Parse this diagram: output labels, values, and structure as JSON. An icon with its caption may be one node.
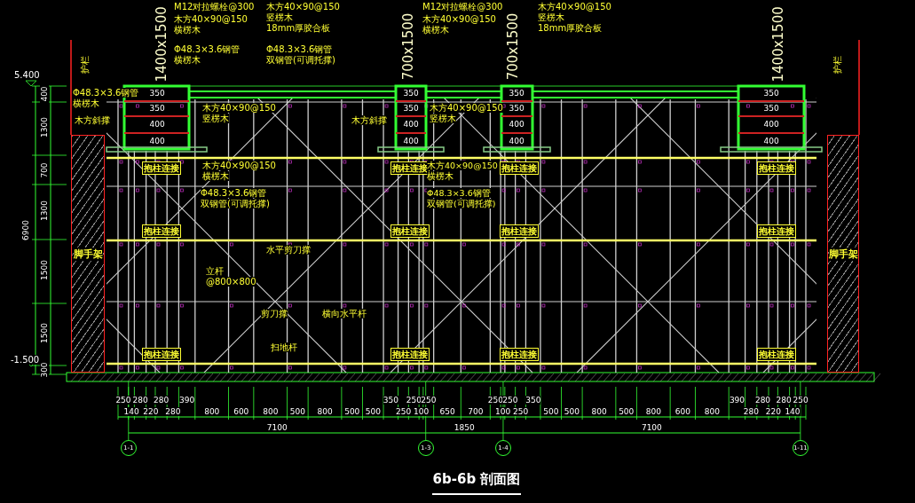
{
  "diagram": {
    "title": "6b-6b 剖面图",
    "nodes": [
      {
        "text": [
          "脚手架"
        ]
      },
      {
        "text": [
          "脚手架"
        ]
      },
      {
        "text": [
          "抱柱连接"
        ]
      },
      {
        "text": [
          "抱柱连接"
        ]
      },
      {
        "text": [
          "抱柱连接"
        ]
      },
      {
        "text": [
          "抱柱连接"
        ]
      },
      {
        "text": [
          "抱柱连接"
        ]
      },
      {
        "text": [
          "抱柱连接"
        ]
      },
      {
        "text": [
          "抱柱连接"
        ]
      },
      {
        "text": [
          "抱柱连接"
        ]
      },
      {
        "text": [
          "抱柱连接"
        ]
      },
      {
        "text": [
          "抱柱连接"
        ]
      },
      {
        "text": [
          "抱柱连接"
        ]
      },
      {
        "text": [
          "抱柱连接"
        ]
      },
      {
        "text": [
          "1-1"
        ]
      },
      {
        "text": [
          "1-3"
        ]
      },
      {
        "text": [
          "1-4"
        ]
      },
      {
        "text": [
          "1-11"
        ]
      }
    ],
    "labels": [
      "1400x1500",
      "700x1500",
      "700x1500",
      "1400x1500",
      "M12对拉螺栓@300",
      "木方40×90@150",
      "横楞木",
      "木方40×90@150",
      "竖楞木",
      "18mm厚胶合板",
      "Φ48.3×3.6钢管",
      "双钢管(可调托撑)",
      "Φ48.3×3.6钢管",
      "横楞木",
      "M12对拉螺栓@300",
      "木方40×90@150",
      "横楞木",
      "木方40×90@150",
      "竖楞木",
      "18mm厚胶合板",
      "护栏",
      "护栏",
      "5.400",
      "Φ48.3×3.6钢管",
      "横楞木",
      "木方斜撑",
      "木方40×90@150",
      "竖楞木",
      "木方斜撑",
      "木方40×90@150",
      "竖楞木",
      "350",
      "350",
      "400",
      "400",
      "350",
      "350",
      "400",
      "400",
      "350",
      "350",
      "400",
      "400",
      "350",
      "350",
      "400",
      "400",
      "400",
      "1300",
      "700",
      "1300",
      "1500",
      "1500",
      "300",
      "6900",
      "木方40×90@150",
      "横楞木",
      "木方40×90@150",
      "横楞木",
      "Φ48.3×3.6钢管",
      "双钢管(可调托撑)",
      "Φ48.3×3.6钢管",
      "双钢管(可调托撑)",
      "水平剪刀撑",
      "立杆",
      "@800×800",
      "剪刀撑",
      "横向水平杆",
      "扫地杆",
      "-1.500",
      "250",
      "140",
      "280",
      "220",
      "280",
      "280",
      "390",
      "800",
      "600",
      "800",
      "500",
      "800",
      "500",
      "500",
      "350",
      "250",
      "250",
      "100",
      "250",
      "650",
      "700",
      "250",
      "100",
      "250",
      "250",
      "350",
      "500",
      "500",
      "800",
      "500",
      "800",
      "600",
      "800",
      "390",
      "280",
      "280",
      "220",
      "280",
      "140",
      "250",
      "7100",
      "1850",
      "7100"
    ]
  }
}
